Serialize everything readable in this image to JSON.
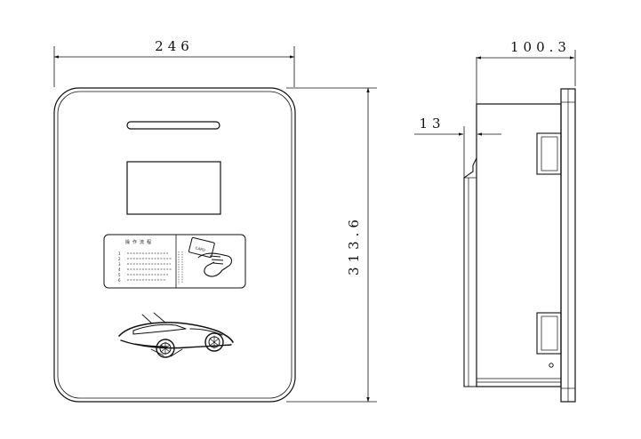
{
  "front_view": {
    "width_label": "246",
    "height_label": "313.6",
    "panel": {
      "header": "操作流程",
      "steps": [
        "1",
        "2",
        "3",
        "4",
        "5",
        "6"
      ],
      "card_text": "CARD"
    }
  },
  "side_view": {
    "depth_label": "100.3",
    "thickness_label": "13"
  }
}
